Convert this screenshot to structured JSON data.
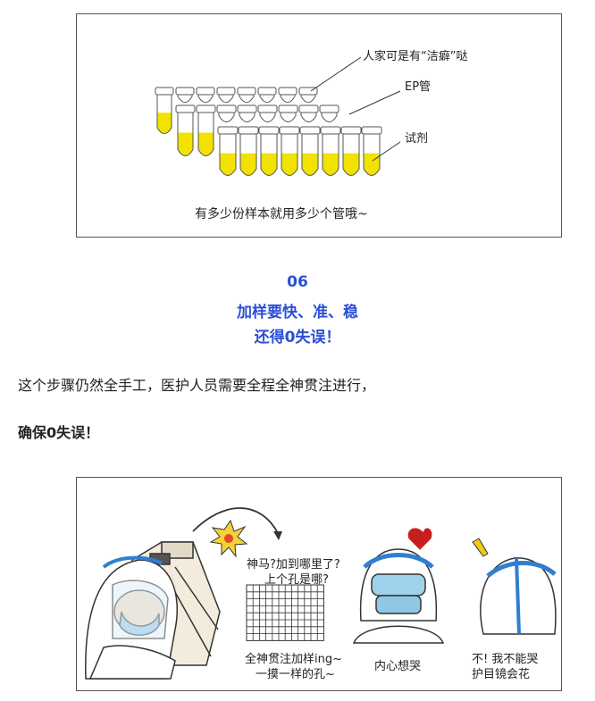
{
  "figure1": {
    "label_clean": "人家可是有“洁癖”哒",
    "label_ep": "EP管",
    "label_reagent": "试剂",
    "caption": "有多少份样本就用多少个管哦~",
    "reagent_color": "#f2e200"
  },
  "section": {
    "number": "06",
    "title_line1": "加样要快、准、稳",
    "title_line2": "还得0失误！",
    "accent_color": "#2b4fd6"
  },
  "body": {
    "paragraph1": "这个步骤仍然全手工，医护人员需要全程全神贯注进行，",
    "paragraph2_bold": "确保0失误！"
  },
  "figure2": {
    "bubble_line1": "神马?加到哪里了?",
    "bubble_line2": "上个孔是哪?",
    "caption1_line1": "全神贯注加样ing~",
    "caption1_line2": "一摸一样的孔~",
    "caption2": "内心想哭",
    "caption3_line1": "不! 我不能哭",
    "caption3_line2": "护目镜会花",
    "accent_blue": "#2f7fd0",
    "heart_color": "#c81e1e"
  }
}
